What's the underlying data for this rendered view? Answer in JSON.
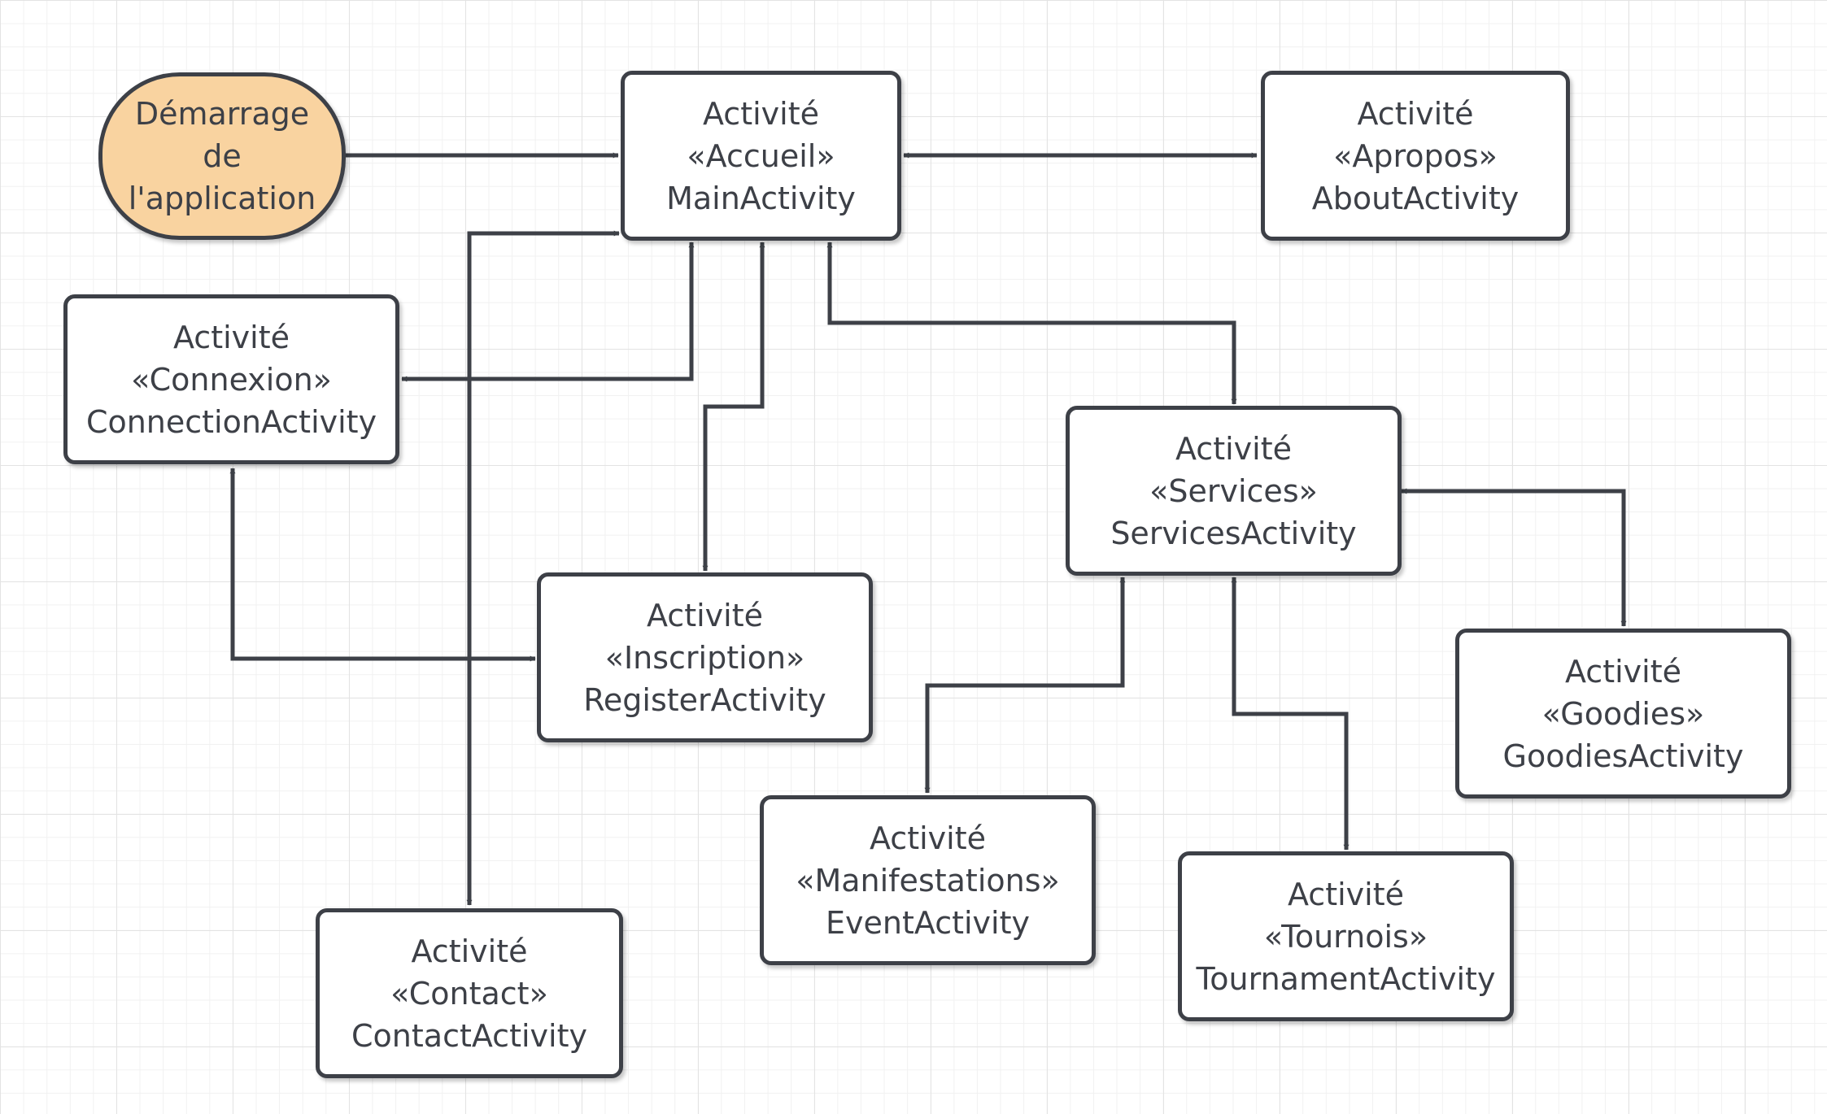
{
  "diagram": {
    "nodes": {
      "start": {
        "lines": [
          "Démarrage",
          "de",
          "l'application"
        ]
      },
      "accueil": {
        "lines": [
          "Activité",
          "«Accueil»",
          "MainActivity"
        ]
      },
      "apropos": {
        "lines": [
          "Activité",
          "«Apropos»",
          "AboutActivity"
        ]
      },
      "connexion": {
        "lines": [
          "Activité",
          "«Connexion»",
          "ConnectionActivity"
        ]
      },
      "inscription": {
        "lines": [
          "Activité",
          "«Inscription»",
          "RegisterActivity"
        ]
      },
      "services": {
        "lines": [
          "Activité",
          "«Services»",
          "ServicesActivity"
        ]
      },
      "goodies": {
        "lines": [
          "Activité",
          "«Goodies»",
          "GoodiesActivity"
        ]
      },
      "manifestations": {
        "lines": [
          "Activité",
          "«Manifestations»",
          "EventActivity"
        ]
      },
      "tournois": {
        "lines": [
          "Activité",
          "«Tournois»",
          "TournamentActivity"
        ]
      },
      "contact": {
        "lines": [
          "Activité",
          "«Contact»",
          "ContactActivity"
        ]
      }
    },
    "edges": [
      {
        "from": "start",
        "to": "accueil",
        "direction": "forward"
      },
      {
        "from": "accueil",
        "to": "apropos",
        "direction": "both"
      },
      {
        "from": "accueil",
        "to": "connexion",
        "direction": "both"
      },
      {
        "from": "accueil",
        "to": "inscription",
        "direction": "both"
      },
      {
        "from": "accueil",
        "to": "services",
        "direction": "both"
      },
      {
        "from": "accueil",
        "to": "contact",
        "direction": "both"
      },
      {
        "from": "connexion",
        "to": "inscription",
        "direction": "both"
      },
      {
        "from": "services",
        "to": "goodies",
        "direction": "both"
      },
      {
        "from": "services",
        "to": "manifestations",
        "direction": "both"
      },
      {
        "from": "services",
        "to": "tournois",
        "direction": "both"
      }
    ],
    "colors": {
      "stroke": "#3d4047",
      "start_fill": "#f9d3a0",
      "node_fill": "#ffffff"
    }
  }
}
